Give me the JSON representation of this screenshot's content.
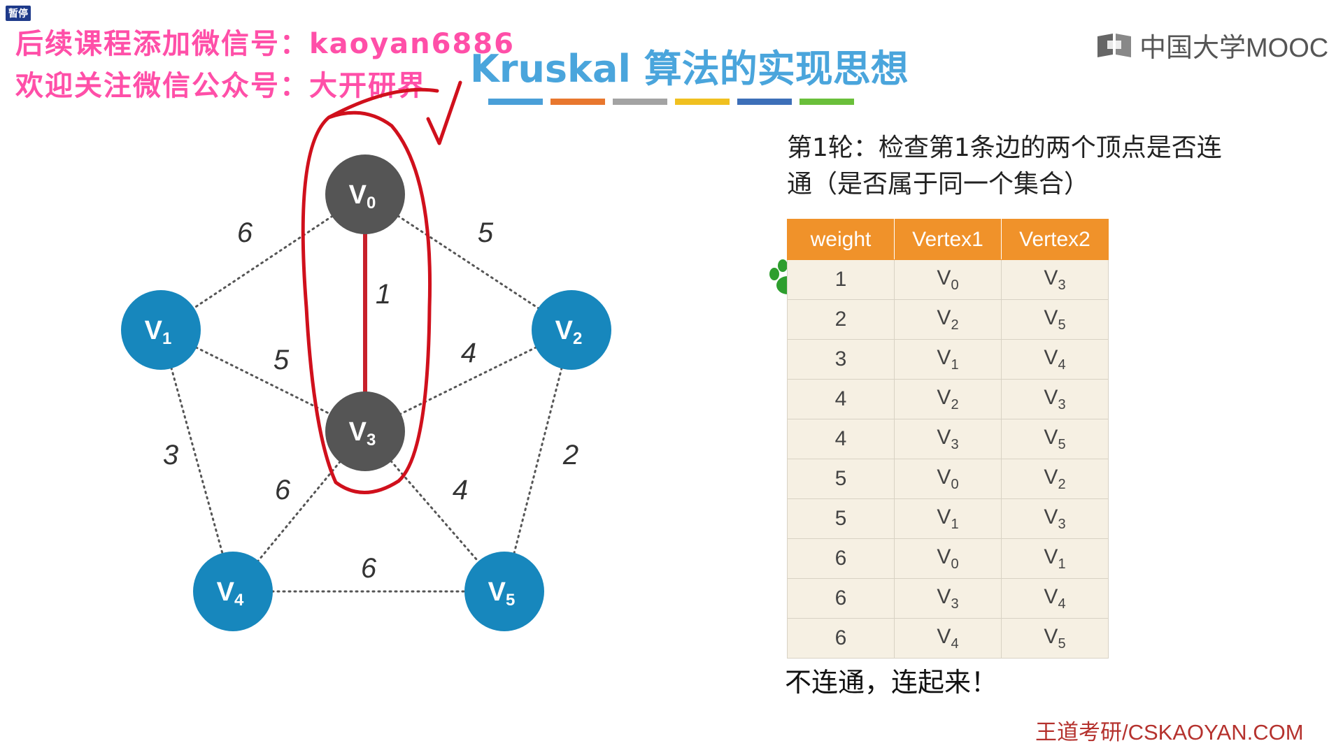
{
  "overlay": {
    "paused": "暂停",
    "watermark_line1": "后续课程添加微信号：kaoyan6886",
    "watermark_line2": "欢迎关注微信公众号：大开研界"
  },
  "slide": {
    "title": "Kruskal 算法的实现思想",
    "color_bars": [
      "#4a9fd8",
      "#e8772e",
      "#a3a3a3",
      "#f0c020",
      "#3d6fb8",
      "#6abf3a"
    ],
    "logo_text": "中国大学MOOC",
    "description": "第1轮：检查第1条边的两个顶点是否连通（是否属于同一个集合）",
    "note": "不连通，连起来！",
    "footer": "王道考研/CSKAOYAN.COM"
  },
  "graph": {
    "nodes": [
      {
        "id": "v0",
        "label": "V",
        "sub": "0",
        "color": "#555555"
      },
      {
        "id": "v1",
        "label": "V",
        "sub": "1",
        "color": "#1787bd"
      },
      {
        "id": "v2",
        "label": "V",
        "sub": "2",
        "color": "#1787bd"
      },
      {
        "id": "v3",
        "label": "V",
        "sub": "3",
        "color": "#555555"
      },
      {
        "id": "v4",
        "label": "V",
        "sub": "4",
        "color": "#1787bd"
      },
      {
        "id": "v5",
        "label": "V",
        "sub": "5",
        "color": "#1787bd"
      }
    ],
    "edges": [
      {
        "from": "v0",
        "to": "v1",
        "weight": "6",
        "selected": false
      },
      {
        "from": "v0",
        "to": "v2",
        "weight": "5",
        "selected": false
      },
      {
        "from": "v0",
        "to": "v3",
        "weight": "1",
        "selected": true
      },
      {
        "from": "v1",
        "to": "v3",
        "weight": "5",
        "selected": false
      },
      {
        "from": "v2",
        "to": "v3",
        "weight": "4",
        "selected": false
      },
      {
        "from": "v1",
        "to": "v4",
        "weight": "3",
        "selected": false
      },
      {
        "from": "v2",
        "to": "v5",
        "weight": "2",
        "selected": false
      },
      {
        "from": "v3",
        "to": "v4",
        "weight": "6",
        "selected": false
      },
      {
        "from": "v3",
        "to": "v5",
        "weight": "4",
        "selected": false
      },
      {
        "from": "v4",
        "to": "v5",
        "weight": "6",
        "selected": false
      }
    ],
    "selected_color": "#c8202b",
    "highlight_color": "#d0101c"
  },
  "edge_table": {
    "headers": [
      "weight",
      "Vertex1",
      "Vertex2"
    ],
    "rows": [
      {
        "weight": "1",
        "v1": "V",
        "v1_sub": "0",
        "v2": "V",
        "v2_sub": "3"
      },
      {
        "weight": "2",
        "v1": "V",
        "v1_sub": "2",
        "v2": "V",
        "v2_sub": "5"
      },
      {
        "weight": "3",
        "v1": "V",
        "v1_sub": "1",
        "v2": "V",
        "v2_sub": "4"
      },
      {
        "weight": "4",
        "v1": "V",
        "v1_sub": "2",
        "v2": "V",
        "v2_sub": "3"
      },
      {
        "weight": "4",
        "v1": "V",
        "v1_sub": "3",
        "v2": "V",
        "v2_sub": "5"
      },
      {
        "weight": "5",
        "v1": "V",
        "v1_sub": "0",
        "v2": "V",
        "v2_sub": "2"
      },
      {
        "weight": "5",
        "v1": "V",
        "v1_sub": "1",
        "v2": "V",
        "v2_sub": "3"
      },
      {
        "weight": "6",
        "v1": "V",
        "v1_sub": "0",
        "v2": "V",
        "v2_sub": "1"
      },
      {
        "weight": "6",
        "v1": "V",
        "v1_sub": "3",
        "v2": "V",
        "v2_sub": "4"
      },
      {
        "weight": "6",
        "v1": "V",
        "v1_sub": "4",
        "v2": "V",
        "v2_sub": "5"
      }
    ],
    "current_row": 1,
    "pointer_icon": "paw-icon"
  }
}
